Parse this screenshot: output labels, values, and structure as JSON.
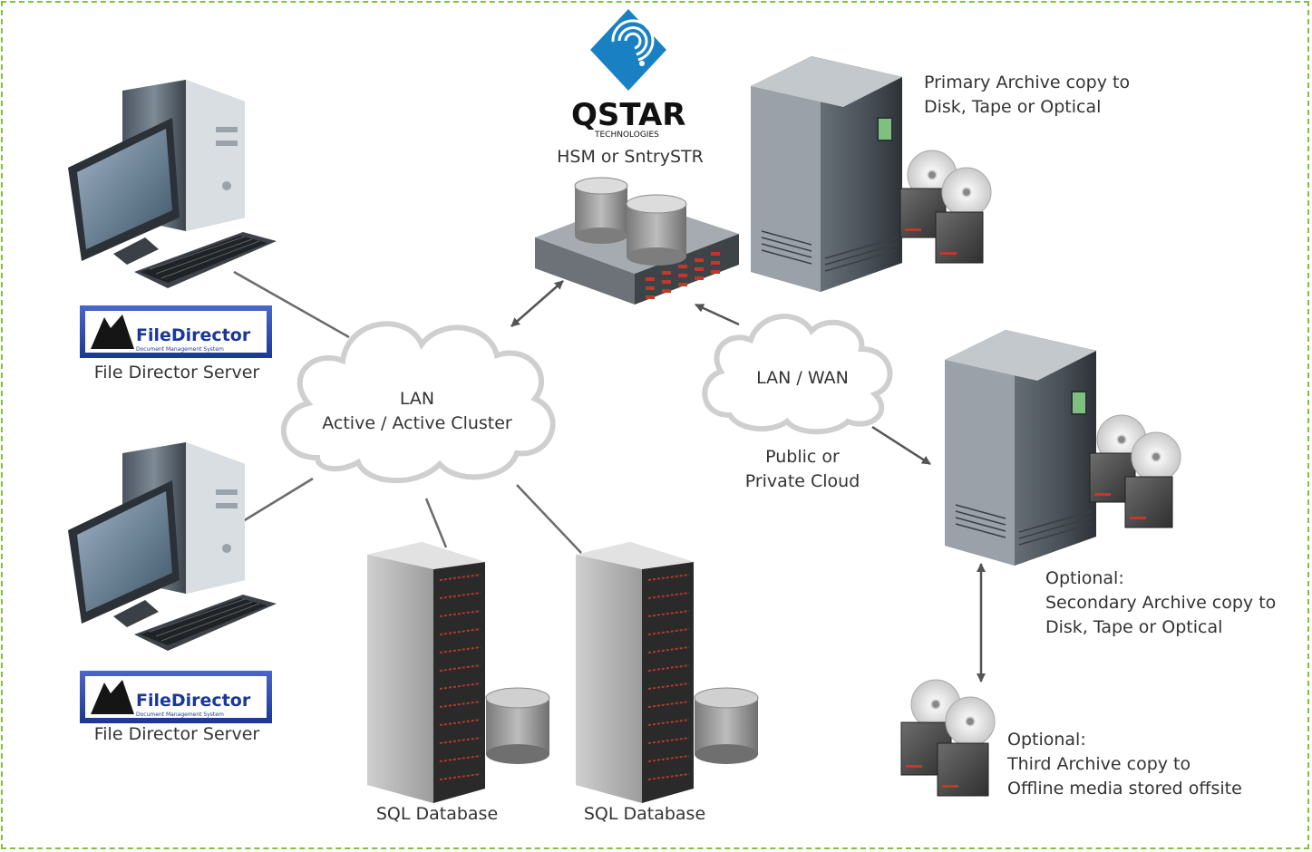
{
  "nodes": {
    "fd_server_1": {
      "label": "File Director Server",
      "logo_text": "FileDirector",
      "logo_subtext": "Document Management System"
    },
    "fd_server_2": {
      "label": "File Director Server",
      "logo_text": "FileDirector",
      "logo_subtext": "Document Management System"
    },
    "lan_cloud": {
      "line1": "LAN",
      "line2": "Active / Active Cluster"
    },
    "qstar": {
      "logo_text": "QSTAR",
      "logo_subtext": "TECHNOLOGIES",
      "label": "HSM or SntrySTR"
    },
    "primary_archive": {
      "line1": "Primary Archive copy to",
      "line2": "Disk, Tape or Optical"
    },
    "wan_cloud": {
      "label": "LAN / WAN",
      "sub1": "Public or",
      "sub2": "Private Cloud"
    },
    "secondary_archive": {
      "line1": "Optional:",
      "line2": "Secondary Archive copy to",
      "line3": "Disk, Tape or Optical"
    },
    "third_archive": {
      "line1": "Optional:",
      "line2": "Third Archive copy to",
      "line3": "Offline media stored offsite"
    },
    "sql_db_1": {
      "label": "SQL Database"
    },
    "sql_db_2": {
      "label": "SQL Database"
    }
  },
  "colors": {
    "border": "#7fc242",
    "text": "#333333",
    "cloud": "#cfcfcf",
    "connector": "#6b6b6b",
    "qstar_blue": "#1a80c4"
  }
}
